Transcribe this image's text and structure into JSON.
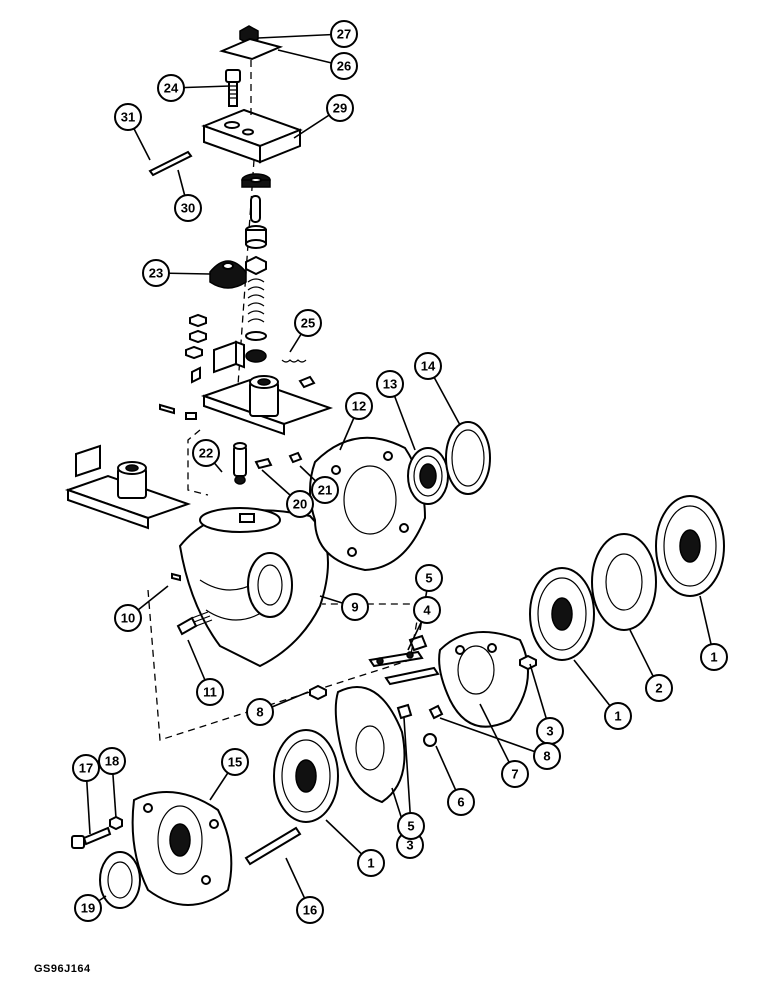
{
  "figure": {
    "code": "GS96J164",
    "callouts": [
      "27",
      "26",
      "24",
      "29",
      "31",
      "30",
      "23",
      "25",
      "12",
      "13",
      "14",
      "22",
      "20",
      "21",
      "10",
      "9",
      "5",
      "4",
      "11",
      "8",
      "3",
      "7",
      "6",
      "1",
      "2",
      "17",
      "18",
      "15",
      "19",
      "16"
    ]
  }
}
